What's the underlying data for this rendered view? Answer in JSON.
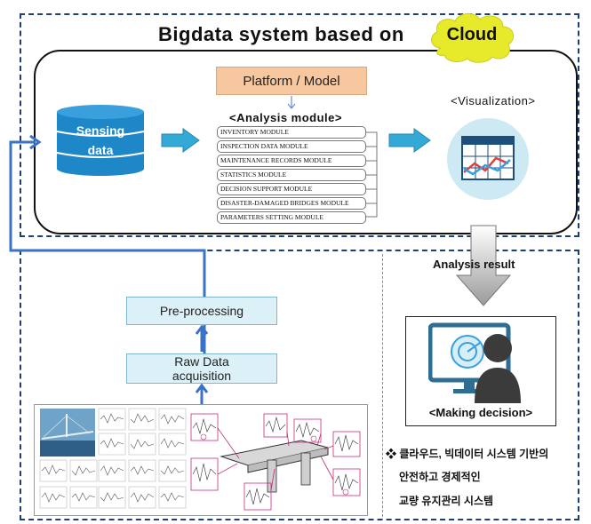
{
  "title": "Bigdata system based on",
  "cloud_label": "Cloud",
  "platform_label": "Platform / Model",
  "analysis_module_title": "<Analysis module>",
  "modules": [
    "INVENTORY MODULE",
    "INSPECTION DATA MODULE",
    "MAINTENANCE RECORDS MODULE",
    "STATISTICS MODULE",
    "DECISION SUPPORT MODULE",
    "DISASTER-DAMAGED BRIDGES MODULE",
    "PARAMETERS SETTING MODULE"
  ],
  "sensing": {
    "line1": "Sensing",
    "line2": "data"
  },
  "visualization_title": "<Visualization>",
  "analysis_result": "Analysis result",
  "preprocessing_label": "Pre-processing",
  "raw_data": {
    "line1": "Raw Data",
    "line2": "acquisition"
  },
  "decision_label": "<Making decision>",
  "korean_note": {
    "bullet": "❖",
    "line1": "클라우드, 빅데이터 시스템 기반의",
    "line2": "안전하고 경제적인",
    "line3": "교량 유지관리 시스템"
  },
  "colors": {
    "dashed_border": "#1f3f73",
    "platform_fill": "#f7c8a0",
    "cylinder_blue": "#1e87c8",
    "arrow_blue": "#34a9d6",
    "process_box_fill": "#dcf0f7",
    "cloud_fill": "#e6ea2a",
    "connector_blue": "#3a72c4"
  }
}
